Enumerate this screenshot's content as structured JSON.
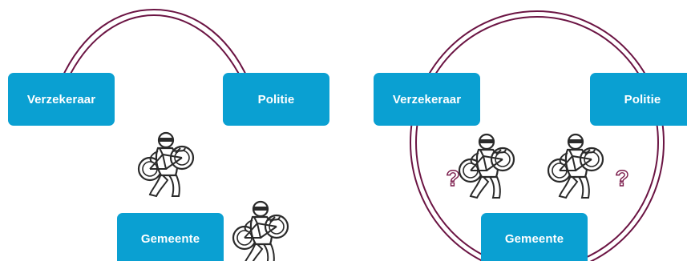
{
  "colors": {
    "box_fill": "#0aa0d2",
    "box_text": "#ffffff",
    "ring": "#6b1443",
    "thief_outline": "#2a2a2a",
    "question_mark": "#7a1a4a"
  },
  "icons": {
    "thief": "bike-thief-icon",
    "question": "question-mark-icon"
  },
  "left_diagram": {
    "verzekeraar": "Verzekeraar",
    "politie": "Politie",
    "gemeente": "Gemeente"
  },
  "right_diagram": {
    "verzekeraar": "Verzekeraar",
    "politie": "Politie",
    "gemeente": "Gemeente",
    "question_mark": "?"
  }
}
